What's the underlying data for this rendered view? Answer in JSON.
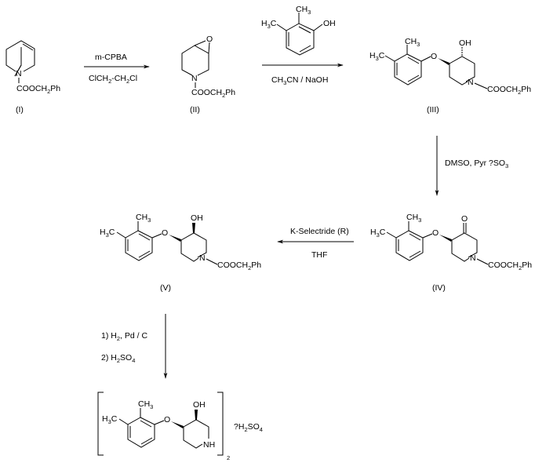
{
  "scheme": {
    "compounds": [
      {
        "id": "I",
        "label": "(I)",
        "substituent": "COOCH",
        "sub2": "2",
        "ph": "Ph",
        "n": "N"
      },
      {
        "id": "II",
        "label": "(II)",
        "substituent": "COOCH",
        "sub2": "2",
        "ph": "Ph",
        "n": "N",
        "o": "O"
      },
      {
        "id": "III",
        "label": "(III)",
        "substituent": "COOCH",
        "sub2": "2",
        "ph": "Ph",
        "n": "N",
        "o": "O",
        "oh": "OH",
        "ch": "CH",
        "three": "3",
        "h": "H",
        "c": "C"
      },
      {
        "id": "IV",
        "label": "(IV)",
        "substituent": "COOCH",
        "sub2": "2",
        "ph": "Ph",
        "n": "N",
        "o": "O",
        "ketone_o": "O",
        "ch": "CH",
        "three": "3",
        "h": "H",
        "c": "C"
      },
      {
        "id": "V",
        "label": "(V)",
        "substituent": "COOCH",
        "sub2": "2",
        "ph": "Ph",
        "n": "N",
        "o": "O",
        "oh": "OH",
        "ch": "CH",
        "three": "3",
        "h": "H",
        "c": "C"
      },
      {
        "id": "final",
        "nh": "NH",
        "o": "O",
        "oh": "OH",
        "ch": "CH",
        "three": "3",
        "h": "H",
        "c": "C",
        "bracket_sub": "2",
        "salt_q": "?H",
        "salt_2": "2",
        "salt_so": "SO",
        "salt_4": "4"
      }
    ],
    "reagent_phenol": {
      "ch": "CH",
      "three": "3",
      "h": "H",
      "c": "C",
      "oh": "OH"
    },
    "steps": [
      {
        "above": "m-CPBA",
        "below_a": "ClCH",
        "below_2a": "2",
        "below_b": "-CH",
        "below_2b": "2",
        "below_c": "Cl"
      },
      {
        "below_a": "CH",
        "below_3": "3",
        "below_b": "CN / NaOH"
      },
      {
        "side_a": "DMSO, Pyr ?SO",
        "side_3": "3"
      },
      {
        "above": "K-Selectride (R)",
        "below": "THF"
      },
      {
        "line1_a": "1) H",
        "line1_2": "2",
        "line1_b": ", Pd / C",
        "line2_a": "2) H",
        "line2_2": "2",
        "line2_b": "SO",
        "line2_4": "4"
      }
    ]
  }
}
